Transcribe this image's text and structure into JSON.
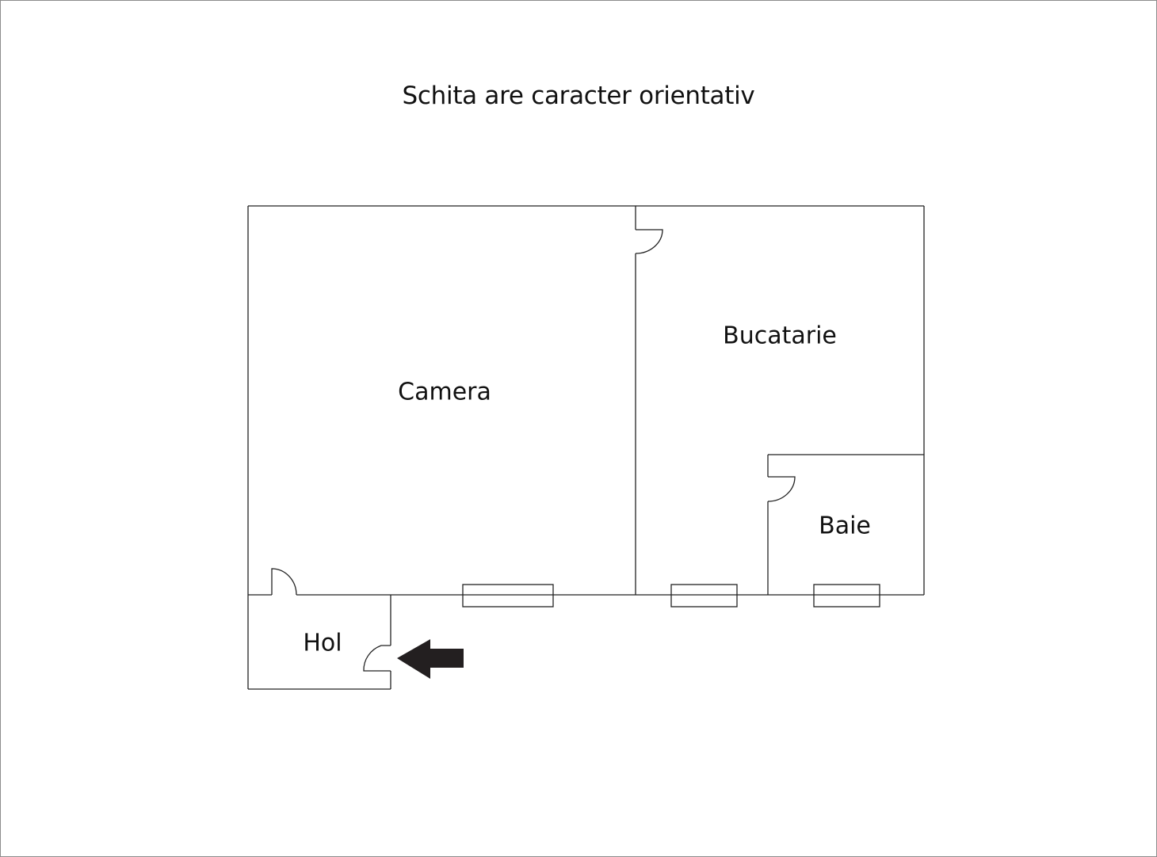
{
  "title": "Schita are caracter orientativ",
  "rooms": [
    {
      "id": "camera",
      "label": "Camera"
    },
    {
      "id": "bucatarie",
      "label": "Bucatarie"
    },
    {
      "id": "baie",
      "label": "Baie"
    },
    {
      "id": "hol",
      "label": "Hol"
    }
  ],
  "colors": {
    "line": "#222222",
    "arrow": "#231f20",
    "frame": "#8c8c8c"
  },
  "entrance_arrow": {
    "direction": "left"
  }
}
